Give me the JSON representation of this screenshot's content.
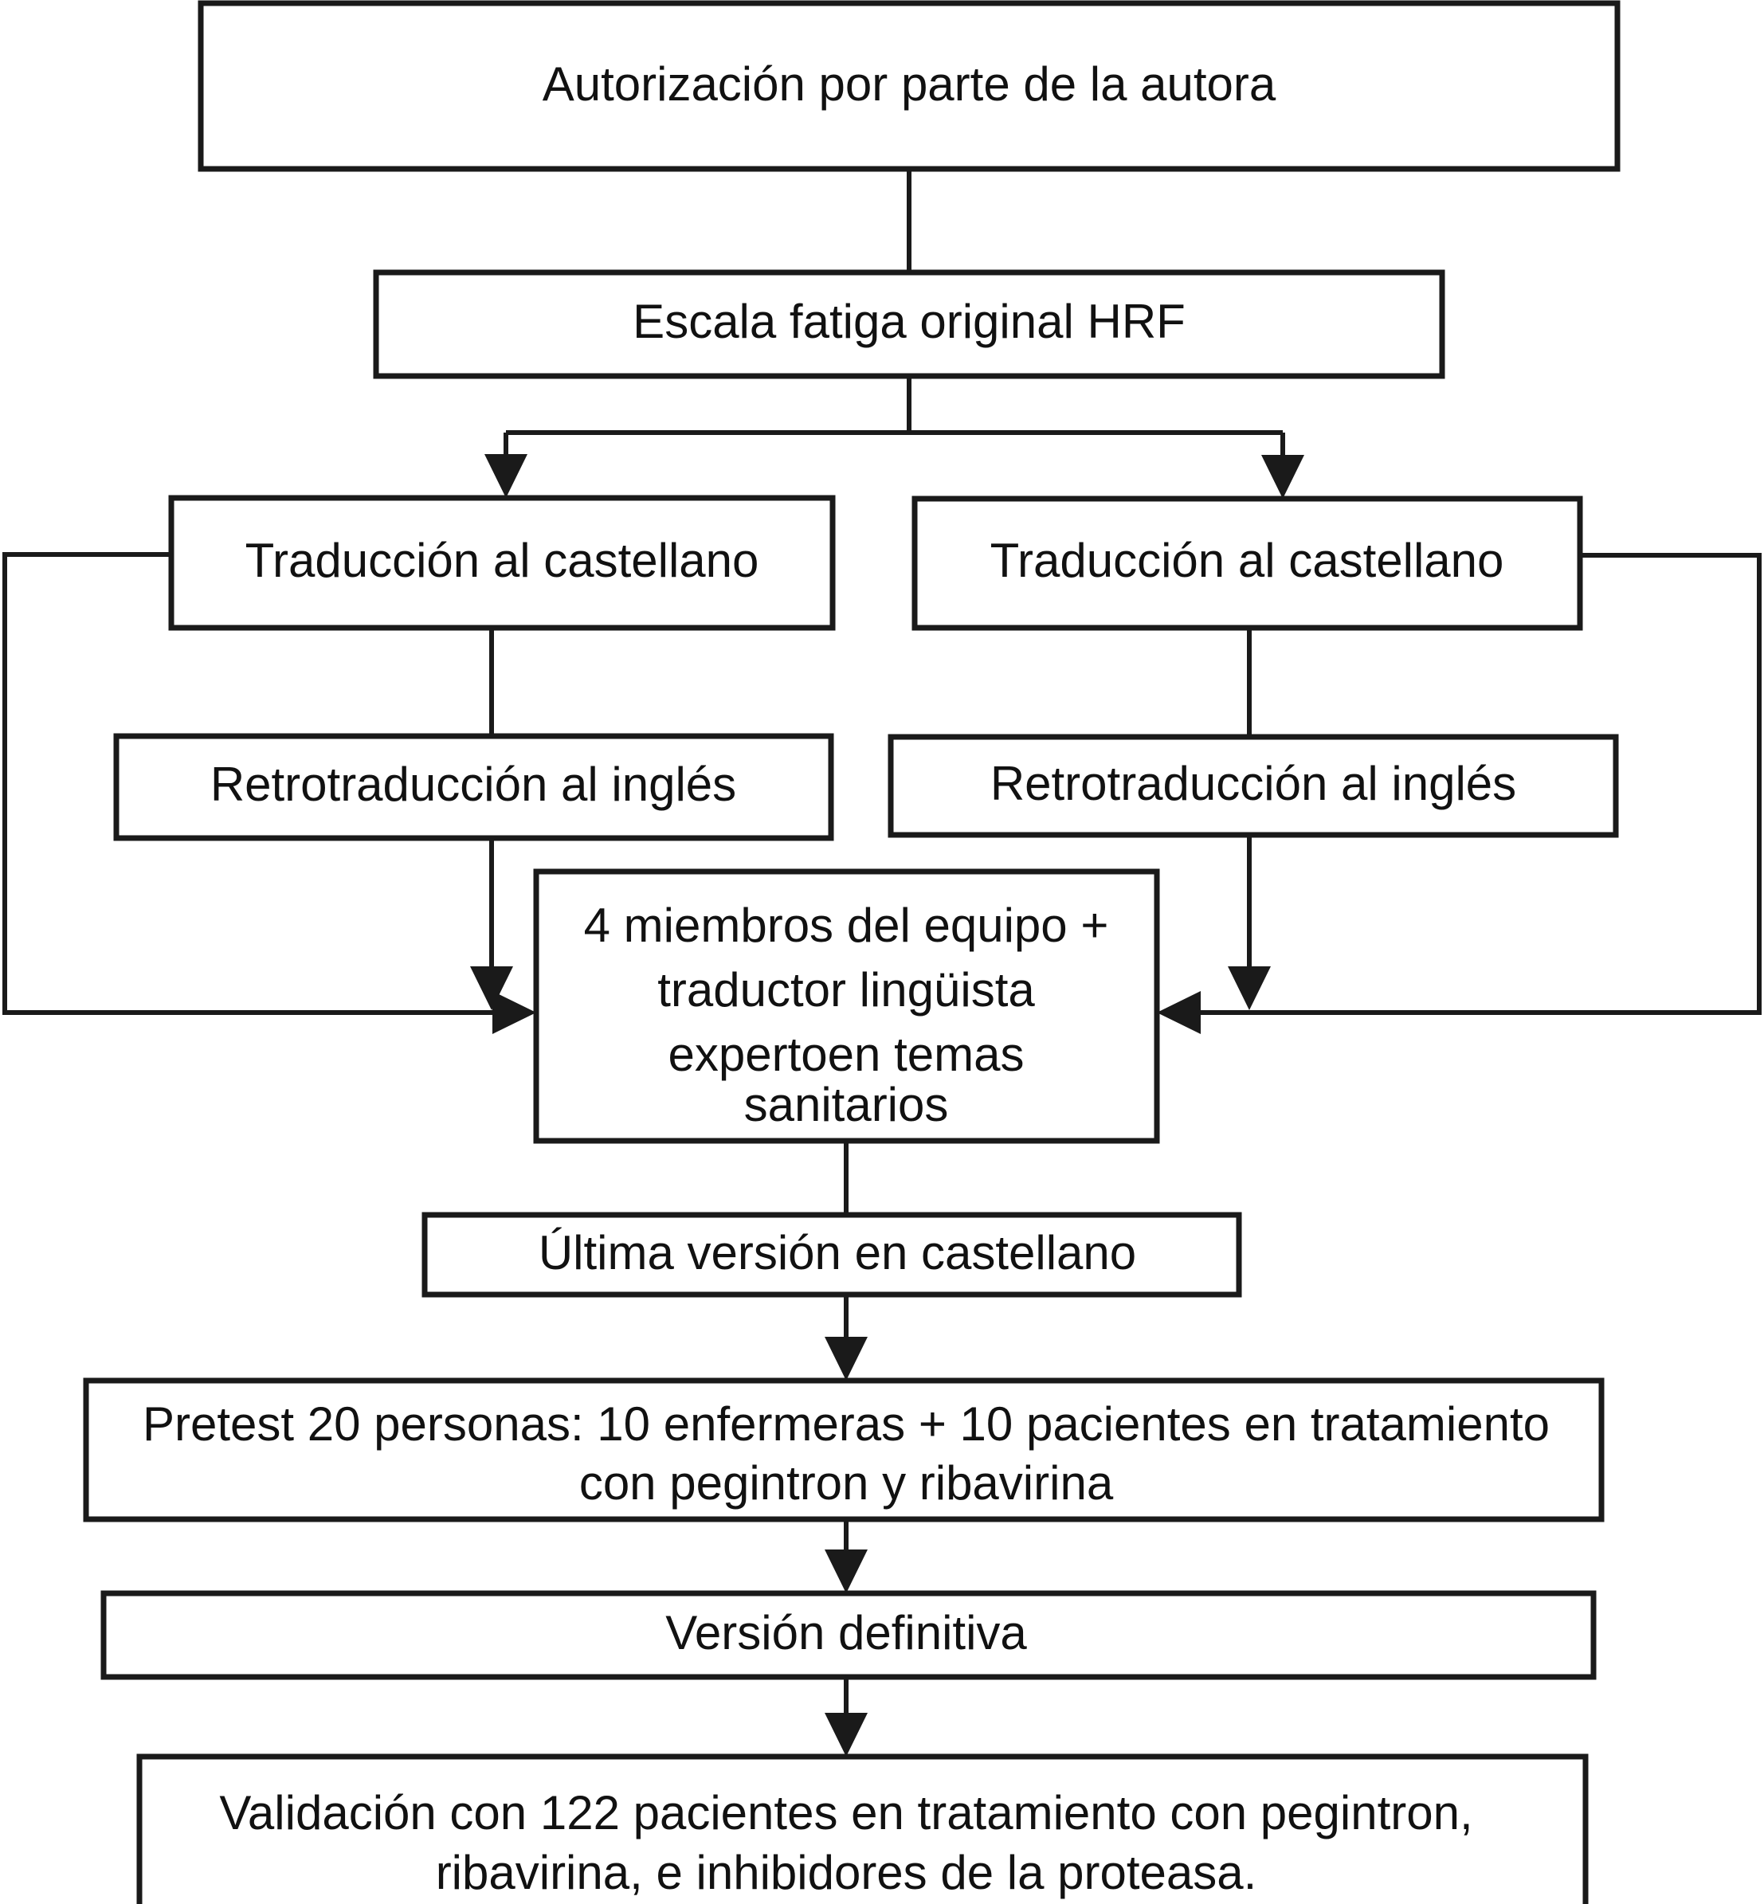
{
  "diagram": {
    "title": "Proceso de traduccion y validacion de la escala de fatiga HRF",
    "accent_color": "#1a1a1a",
    "background_color": "#ffffff",
    "nodes": {
      "autorizacion": {
        "text": "Autorización por parte de la autora"
      },
      "escala_original": {
        "text": "Escala fatiga original HRF"
      },
      "traduccion_izq": {
        "text": "Traducción al castellano"
      },
      "traduccion_der": {
        "text": "Traducción al castellano"
      },
      "retro_izq": {
        "text": "Retrotraducción al inglés"
      },
      "retro_der": {
        "text": "Retrotraducción al inglés"
      },
      "equipo": {
        "line1": "4 miembros del equipo +",
        "line2": "traductor lingüista",
        "line3": "expertoen temas",
        "line4": "sanitarios"
      },
      "ultima_version": {
        "text": "Última versión en castellano"
      },
      "pretest": {
        "line1": "Pretest 20 personas: 10 enfermeras + 10 pacientes en tratamiento",
        "line2": "con pegintron y ribavirina"
      },
      "version_definitiva": {
        "text": "Versión definitiva"
      },
      "validacion": {
        "line1": "Validación con 122 pacientes en tratamiento con pegintron,",
        "line2": "ribavirina, e inhibidores de la proteasa."
      }
    }
  }
}
